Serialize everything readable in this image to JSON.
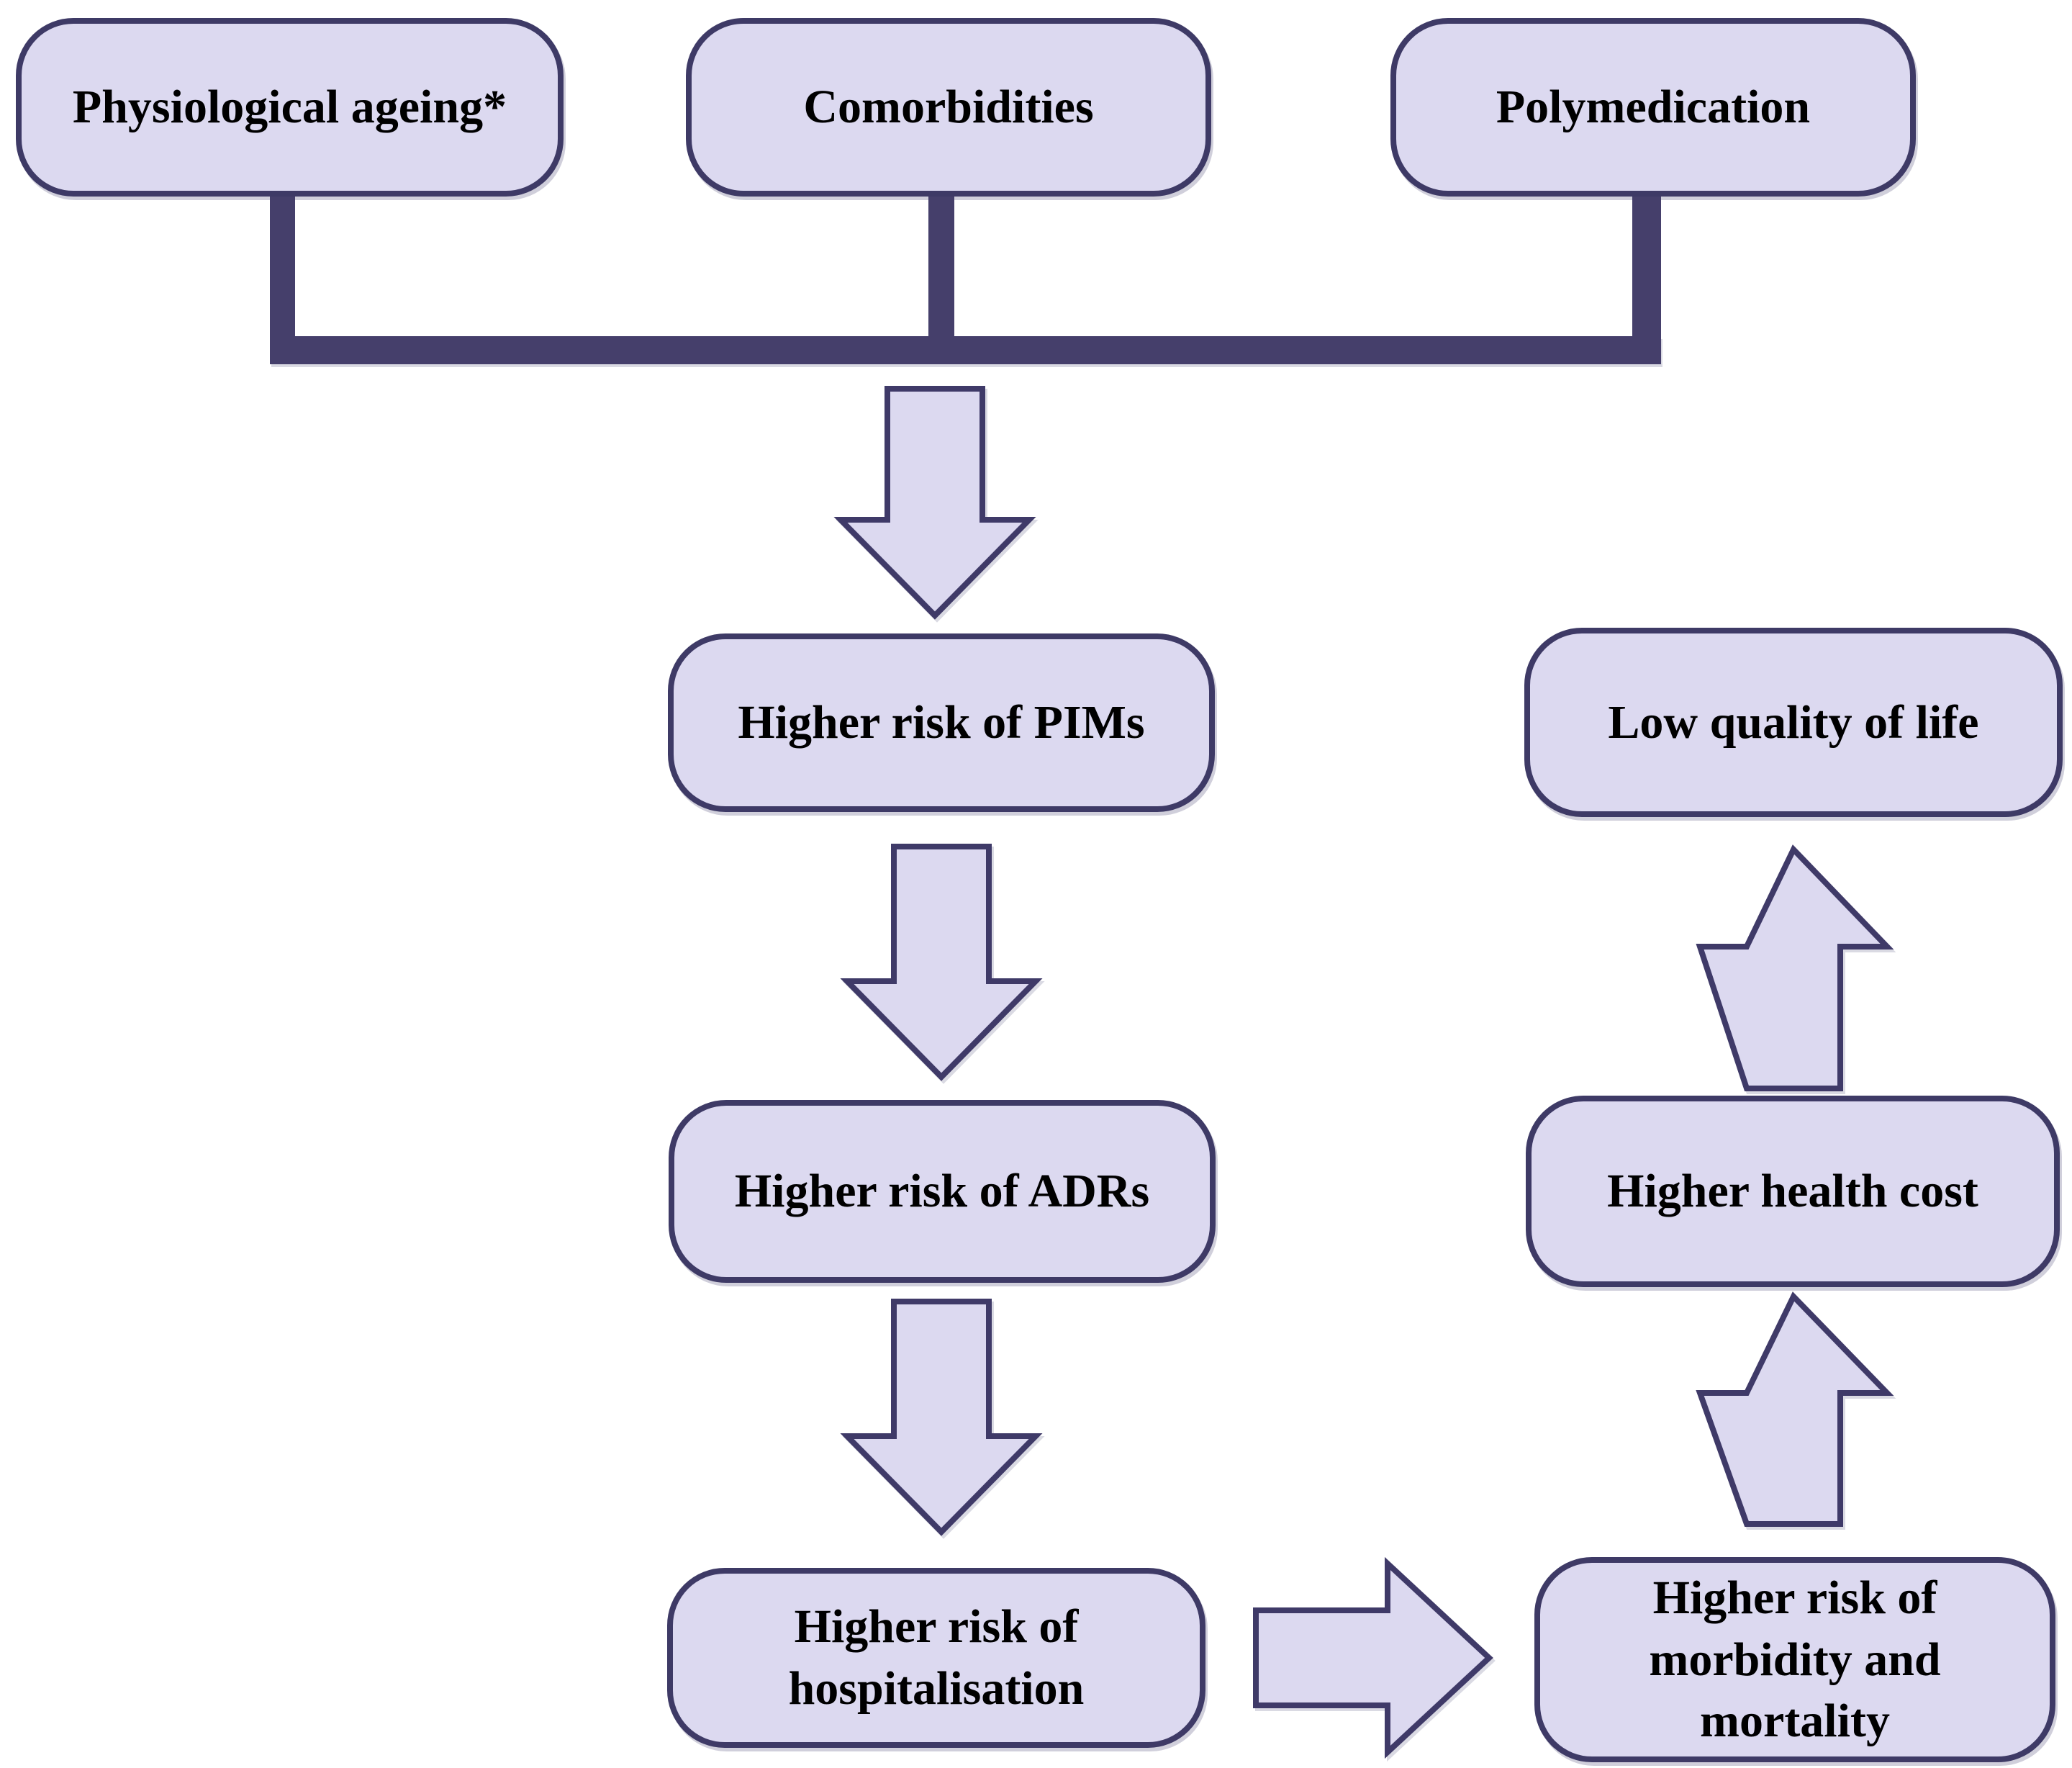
{
  "diagram": {
    "type": "flowchart",
    "nodes": {
      "physiological_ageing": {
        "label": "Physiological ageing*"
      },
      "comorbidities": {
        "label": "Comorbidities"
      },
      "polymedication": {
        "label": "Polymedication"
      },
      "higher_risk_pims": {
        "label": "Higher risk of PIMs"
      },
      "low_quality_of_life": {
        "label": "Low quality of life"
      },
      "higher_risk_adrs": {
        "label": "Higher risk of ADRs"
      },
      "higher_health_cost": {
        "label": "Higher health cost"
      },
      "higher_risk_hospitalisation": {
        "label": "Higher risk of hospitalisation"
      },
      "higher_risk_morbidity_mortality": {
        "label": "Higher risk of morbidity and mortality"
      }
    },
    "edges": [
      {
        "from": "physiological_ageing",
        "to": "merge_junction",
        "style": "thick-line"
      },
      {
        "from": "comorbidities",
        "to": "merge_junction",
        "style": "thick-line"
      },
      {
        "from": "polymedication",
        "to": "merge_junction",
        "style": "thick-line"
      },
      {
        "from": "merge_junction",
        "to": "higher_risk_pims",
        "style": "block-arrow-down"
      },
      {
        "from": "higher_risk_pims",
        "to": "higher_risk_adrs",
        "style": "block-arrow-down"
      },
      {
        "from": "higher_risk_adrs",
        "to": "higher_risk_hospitalisation",
        "style": "block-arrow-down"
      },
      {
        "from": "higher_risk_hospitalisation",
        "to": "higher_risk_morbidity_mortality",
        "style": "block-arrow-right"
      },
      {
        "from": "higher_risk_morbidity_mortality",
        "to": "higher_health_cost",
        "style": "block-arrow-up"
      },
      {
        "from": "higher_health_cost",
        "to": "low_quality_of_life",
        "style": "block-arrow-up"
      }
    ]
  },
  "colors": {
    "background": "#ffffff",
    "node_fill": "#dcd9f0",
    "node_border": "#3e3a66",
    "connector": "#453f6b",
    "arrow_fill": "#dcd9f0",
    "arrow_border": "#3f3a68",
    "text": "#000000"
  }
}
